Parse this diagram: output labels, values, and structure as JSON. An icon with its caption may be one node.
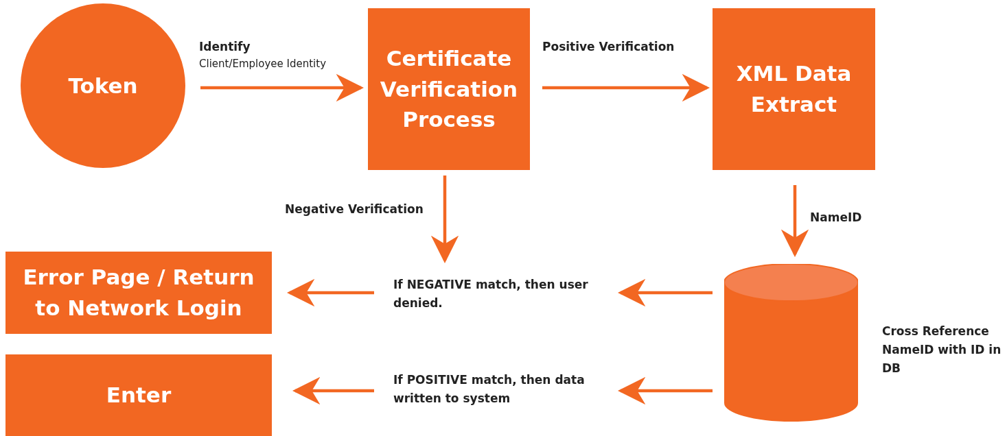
{
  "diagram": {
    "nodes": [
      {
        "text": [
          "Token"
        ]
      },
      {
        "text": [
          "Certificate Verification Process"
        ]
      },
      {
        "text": [
          "XML Data Extract"
        ]
      },
      {
        "text": [
          "If NEGATIVE match, then user denied."
        ]
      },
      {
        "text": [
          "Error Page / Return to Network Login"
        ]
      },
      {
        "text": [],
        "shape": "cylinder",
        "beside": [
          "Cross Reference NameID with ID in DB"
        ]
      },
      {
        "text": [
          "If POSITIVE match, then data written to system"
        ]
      },
      {
        "text": [
          "Enter"
        ]
      }
    ],
    "edges": [
      {
        "from": 0,
        "to": 1,
        "arrow": "to",
        "label": "Identify"
      },
      {
        "from": 1,
        "to": 2,
        "arrow": "to",
        "label": "Positive Verification"
      },
      {
        "from": 1,
        "to": 3,
        "arrow": "to",
        "label": "Negative Verification"
      },
      {
        "from": 2,
        "to": 5,
        "arrow": "to",
        "label": "NameID"
      },
      {
        "from": 5,
        "to": 3,
        "arrow": "to"
      },
      {
        "from": 3,
        "to": 4,
        "arrow": "to"
      },
      {
        "from": 5,
        "to": 6,
        "arrow": "to"
      },
      {
        "from": 6,
        "to": 7,
        "arrow": "to"
      }
    ],
    "labels": [
      "Client/Employee Identity"
    ]
  }
}
